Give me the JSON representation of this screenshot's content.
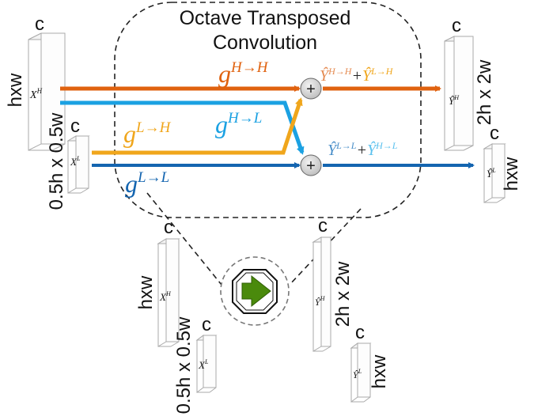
{
  "title": {
    "line1": "Octave Transposed",
    "line2": "Convolution"
  },
  "inputs": {
    "high": {
      "channel": "c",
      "size": "hxw",
      "label": "X",
      "sup": "H"
    },
    "low": {
      "channel": "c",
      "size": "0.5h x 0.5w",
      "label": "X",
      "sup": "L"
    }
  },
  "outputs": {
    "high": {
      "channel": "c",
      "size": "2h x 2w",
      "label": "Ŷ",
      "sup": "H"
    },
    "low": {
      "channel": "c",
      "size": "hxw",
      "label": "Ŷ",
      "sup": "L"
    }
  },
  "paths": {
    "hh": {
      "label": "g",
      "sup": "H→H",
      "color": "#e0620f"
    },
    "hl": {
      "label": "g",
      "sup": "H→L",
      "color": "#1ba1e2"
    },
    "lh": {
      "label": "g",
      "sup": "L→H",
      "color": "#f0a61c"
    },
    "ll": {
      "label": "g",
      "sup": "L→L",
      "color": "#1465b0"
    }
  },
  "sums": {
    "high": {
      "t1": "Ŷ",
      "s1": "H→H",
      "plus": "+",
      "t2": "Ŷ",
      "s2": "L→H",
      "color1": "#e58b52",
      "color2": "#f0a61c"
    },
    "low": {
      "t1": "Ŷ",
      "s1": "L→L",
      "plus": "+",
      "t2": "Ŷ",
      "s2": "H→L",
      "color1": "#4a8fc9",
      "color2": "#5cc1ee"
    }
  },
  "adder_symbol": "+",
  "block_icon": "green-play-octagon-icon",
  "bottom_inputs": {
    "high": {
      "channel": "c",
      "size": "hxw",
      "label": "X",
      "sup": "H"
    },
    "low": {
      "channel": "c",
      "size": "0.5h x 0.5w",
      "label": "X",
      "sup": "L"
    }
  },
  "bottom_outputs": {
    "high": {
      "channel": "c",
      "size": "2h x 2w",
      "label": "Ŷ",
      "sup": "H"
    },
    "low": {
      "channel": "c",
      "size": "hxw",
      "label": "Ŷ",
      "sup": "L"
    }
  }
}
